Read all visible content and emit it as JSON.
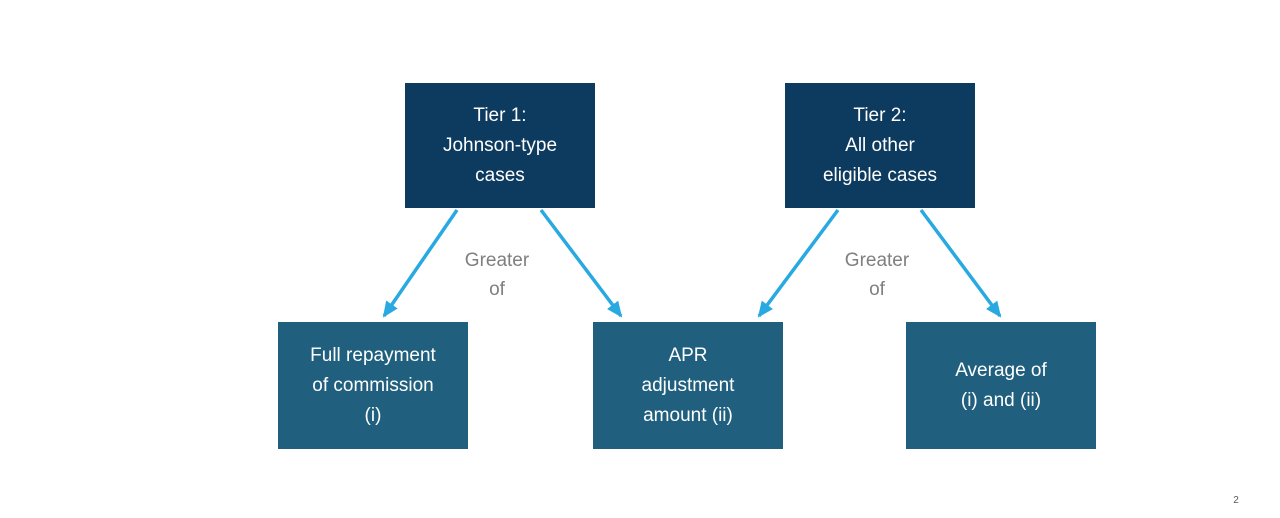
{
  "slide": {
    "page_number": "2",
    "background_color": "#ffffff"
  },
  "colors": {
    "tier_box_fill": "#0d3a5f",
    "outcome_box_fill": "#20607e",
    "box_text": "#ffffff",
    "arrow": "#29a9e1",
    "connector_label_text": "#7f7f7f",
    "page_number_text": "#595959"
  },
  "diagram": {
    "tier1_box": {
      "text": "Tier 1:\nJohnson-type\ncases"
    },
    "tier2_box": {
      "text": "Tier 2:\nAll other\neligible cases"
    },
    "outcome_full_repayment_box": {
      "text": "Full repayment\nof commission\n(i)"
    },
    "outcome_apr_adjustment_box": {
      "text": "APR\nadjustment\namount (ii)"
    },
    "outcome_average_box": {
      "text": "Average of\n(i) and (ii)"
    },
    "tier1_connector_label": "Greater\nof",
    "tier2_connector_label": "Greater\nof"
  }
}
